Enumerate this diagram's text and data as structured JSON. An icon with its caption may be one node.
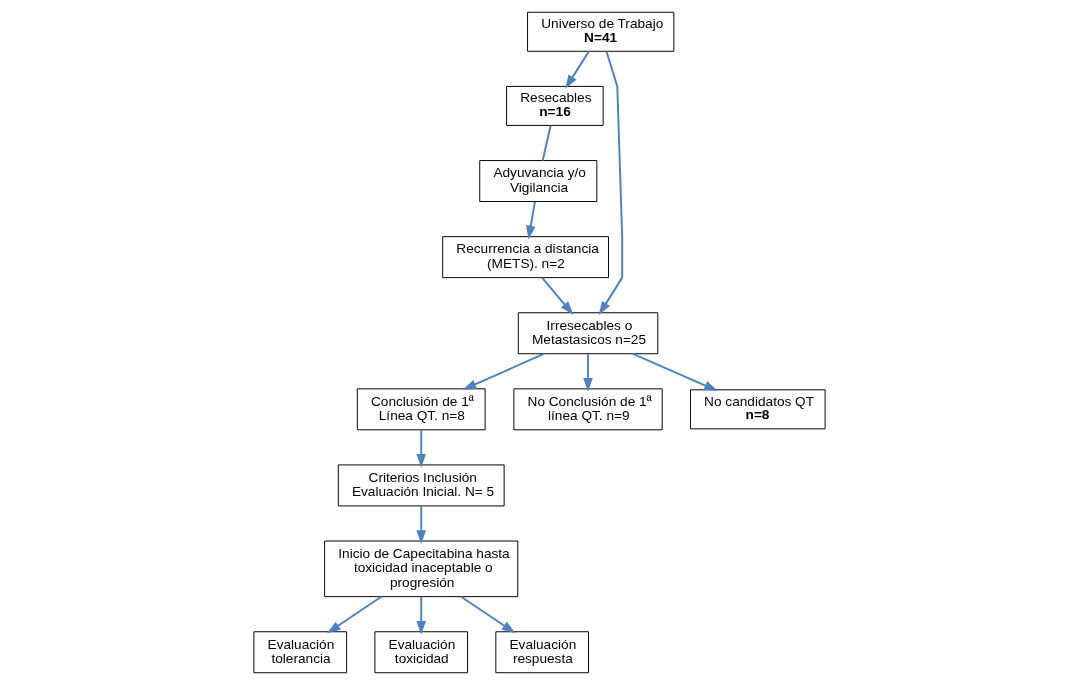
{
  "diagram": {
    "nodes": [
      {
        "text": [
          "Universo de Trabajo",
          "N=41"
        ]
      },
      {
        "text": [
          "Resecables",
          "n=16"
        ]
      },
      {
        "text": [
          "Irresecables o Metastasicos n=25"
        ]
      },
      {
        "text": [
          "Adyuvancia y/o Vigilancia"
        ]
      },
      {
        "text": [
          "Conclusión de 1ª Línea QT. n=8"
        ]
      },
      {
        "text": [
          "No Conclusión de 1ª línea QT. n=9"
        ]
      },
      {
        "text": [
          "No candidatos QT",
          "n=8"
        ]
      },
      {
        "text": [
          "Recurrencia a distancia (METS). n=2"
        ]
      },
      {
        "text": [
          "Criterios Inclusión Evaluación Inicial. N= 5"
        ]
      },
      {
        "text": [
          "Inicio de Capecitabina hasta toxicidad inaceptable o progresión"
        ]
      },
      {
        "text": [
          "Evaluación tolerancia"
        ]
      },
      {
        "text": [
          "Evaluación toxicidad"
        ]
      },
      {
        "text": [
          "Evaluación respuesta"
        ]
      }
    ],
    "edges": [
      {
        "from": 0,
        "to": 1,
        "arrow": "to"
      },
      {
        "from": 0,
        "to": 2,
        "arrow": "to"
      },
      {
        "from": 1,
        "to": 3,
        "arrow": "none"
      },
      {
        "from": 3,
        "to": 7,
        "arrow": "to"
      },
      {
        "from": 7,
        "to": 2,
        "arrow": "to"
      },
      {
        "from": 2,
        "to": 4,
        "arrow": "to"
      },
      {
        "from": 2,
        "to": 5,
        "arrow": "to"
      },
      {
        "from": 2,
        "to": 6,
        "arrow": "to"
      },
      {
        "from": 4,
        "to": 8,
        "arrow": "to"
      },
      {
        "from": 8,
        "to": 9,
        "arrow": "to"
      },
      {
        "from": 9,
        "to": 10,
        "arrow": "to"
      },
      {
        "from": 9,
        "to": 11,
        "arrow": "to"
      },
      {
        "from": 9,
        "to": 12,
        "arrow": "to"
      }
    ]
  }
}
